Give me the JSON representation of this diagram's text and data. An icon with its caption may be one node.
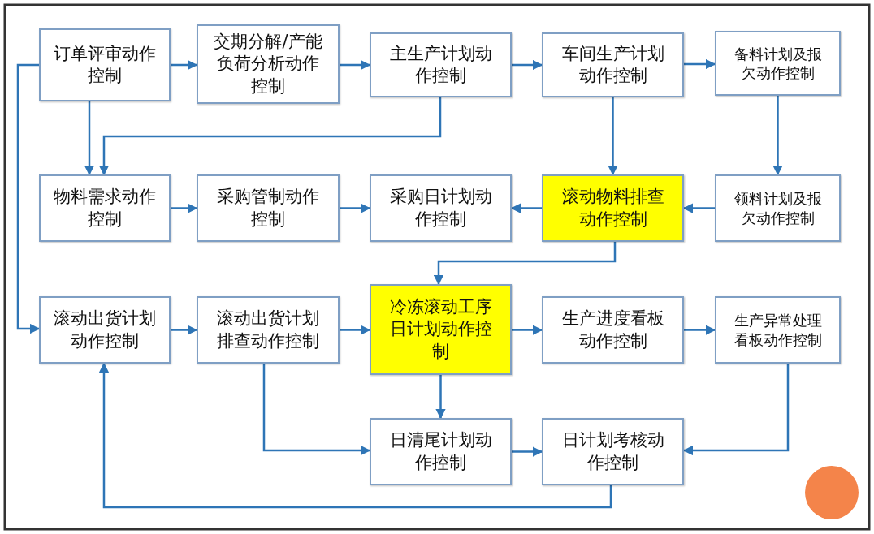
{
  "diagram": {
    "nodes": [
      {
        "text": [
          "订单评审动作控制"
        ]
      },
      {
        "text": [
          "交期分解/产能负荷分析动作控制"
        ]
      },
      {
        "text": [
          "主生产计划动作控制"
        ]
      },
      {
        "text": [
          "车间生产计划动作控制"
        ]
      },
      {
        "text": [
          "备料计划及报欠动作控制"
        ]
      },
      {
        "text": [
          "物料需求动作控制"
        ]
      },
      {
        "text": [
          "采购管制动作控制"
        ]
      },
      {
        "text": [
          "采购日计划动作控制"
        ]
      },
      {
        "text": [
          "滚动物料排查动作控制"
        ]
      },
      {
        "text": [
          "领料计划及报欠动作控制"
        ]
      },
      {
        "text": [
          "滚动出货计划动作控制"
        ]
      },
      {
        "text": [
          "滚动出货计划排查动作控制"
        ]
      },
      {
        "text": [
          "冷冻滚动工序日计划动作控制"
        ]
      },
      {
        "text": [
          "生产进度看板动作控制"
        ]
      },
      {
        "text": [
          "生产异常处理看板动作控制"
        ]
      },
      {
        "text": [
          "日清尾计划动作控制"
        ]
      },
      {
        "text": [
          "日计划考核动作控制"
        ]
      }
    ],
    "edges": [
      {
        "from": 0,
        "to": 1,
        "arrow": "to"
      },
      {
        "from": 1,
        "to": 2,
        "arrow": "to"
      },
      {
        "from": 2,
        "to": 3,
        "arrow": "to"
      },
      {
        "from": 3,
        "to": 4,
        "arrow": "to"
      },
      {
        "from": 0,
        "to": 5,
        "arrow": "to"
      },
      {
        "from": 2,
        "to": 5,
        "arrow": "to"
      },
      {
        "from": 3,
        "to": 8,
        "arrow": "to"
      },
      {
        "from": 4,
        "to": 9,
        "arrow": "to"
      },
      {
        "from": 5,
        "to": 6,
        "arrow": "to"
      },
      {
        "from": 6,
        "to": 7,
        "arrow": "to"
      },
      {
        "from": 8,
        "to": 7,
        "arrow": "to"
      },
      {
        "from": 9,
        "to": 8,
        "arrow": "to"
      },
      {
        "from": 0,
        "to": 10,
        "arrow": "to"
      },
      {
        "from": 8,
        "to": 12,
        "arrow": "to"
      },
      {
        "from": 10,
        "to": 11,
        "arrow": "to"
      },
      {
        "from": 11,
        "to": 12,
        "arrow": "to"
      },
      {
        "from": 12,
        "to": 13,
        "arrow": "to"
      },
      {
        "from": 13,
        "to": 14,
        "arrow": "to"
      },
      {
        "from": 12,
        "to": 15,
        "arrow": "to"
      },
      {
        "from": 11,
        "to": 15,
        "arrow": "to"
      },
      {
        "from": 15,
        "to": 16,
        "arrow": "to"
      },
      {
        "from": 14,
        "to": 16,
        "arrow": "to"
      },
      {
        "from": 16,
        "to": 10,
        "arrow": "to"
      }
    ]
  }
}
